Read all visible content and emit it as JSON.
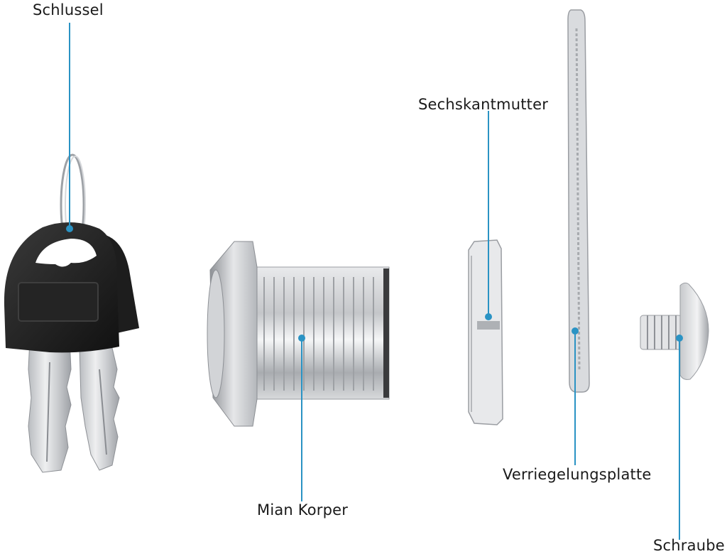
{
  "diagram": {
    "type": "exploded-parts-view",
    "subject": "Cam lock assembly",
    "accent_color": "#2a93c4",
    "parts": [
      {
        "id": "key",
        "label": "Schlussel"
      },
      {
        "id": "body",
        "label": "Mian Korper"
      },
      {
        "id": "nut",
        "label": "Sechskantmutter"
      },
      {
        "id": "plate",
        "label": "Verriegelungsplatte"
      },
      {
        "id": "screw",
        "label": "Schraube"
      }
    ]
  }
}
